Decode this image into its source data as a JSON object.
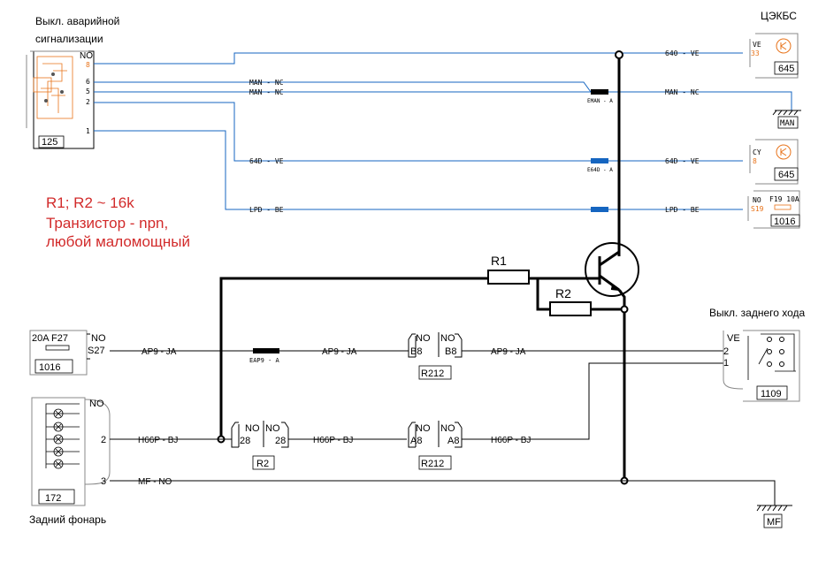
{
  "colors": {
    "blue_wire": "#1565c0",
    "orange_text": "#e8731a",
    "note_red": "#d22b2b"
  },
  "titles": {
    "hazard_switch": [
      "Выкл. аварийной",
      "сигнализации"
    ],
    "bsi": "ЦЭКБС",
    "reverse_switch": "Выкл. заднего хода",
    "rear_lamp": "Задний фонарь"
  },
  "note": [
    "R1; R2 ~ 16k",
    "Транзистор  - npn,",
    "любой маломощный"
  ],
  "components": {
    "hazard_box": "125",
    "bsi_top": "645",
    "bsi_mid": "645",
    "ground_man": "MAN",
    "fuse_top_box": "1016",
    "fuse_top_label": "F19   10A",
    "fuse_left_box": "1016",
    "fuse_left_label": "20A   F27",
    "lamp_box": "172",
    "reverse_box": "1109",
    "ground_mf": "MF",
    "r1": "R1",
    "r2": "R2",
    "conn_r212_top": "R212",
    "conn_r2": "R2",
    "conn_r212_bot": "R212"
  },
  "hazard_pins": {
    "header": "NO",
    "p8": "8",
    "p6": "6",
    "p5": "5",
    "p2": "2",
    "p1": "1"
  },
  "wires": {
    "w640": "640 - VE",
    "man_nc_1": "MAN - NC",
    "man_nc_2": "MAN - NC",
    "man_nc_r": "MAN - NC",
    "eman": "EMAN - A",
    "w64d_l": "64D - VE",
    "e64d": "E64D - A",
    "w64d_r": "64D - VE",
    "lpd_l": "LPD - BE",
    "lpd_r": "LPD - BE",
    "ap9_1": "AP9 - JA",
    "eap9": "EAP9 - A",
    "ap9_2": "AP9 - JA",
    "ap9_3": "AP9 - JA",
    "h66p_1": "H66P - BJ",
    "h66p_2": "H66P - BJ",
    "h66p_3": "H66P - BJ",
    "mf_no": "MF - NO"
  },
  "pins": {
    "bsi_top_ve": "VE",
    "bsi_top_33": "33",
    "bsi_mid_cy": "CY",
    "bsi_mid_8": "8",
    "fuse_top_no": "NO",
    "fuse_top_s19": "S19",
    "fuse_left_no": "NO",
    "fuse_left_s27": "S27",
    "lamp_no": "NO",
    "lamp_2": "2",
    "lamp_3": "3",
    "r212a_no1": "NO",
    "r212a_no2": "NO",
    "r212a_b8_1": "B8",
    "r212a_b8_2": "B8",
    "r2c_no1": "NO",
    "r2c_no2": "NO",
    "r2c_28_1": "28",
    "r2c_28_2": "28",
    "r212b_no1": "NO",
    "r212b_no2": "NO",
    "r212b_a8_1": "A8",
    "r212b_a8_2": "A8",
    "rev_ve": "VE",
    "rev_2": "2",
    "rev_1": "1"
  }
}
